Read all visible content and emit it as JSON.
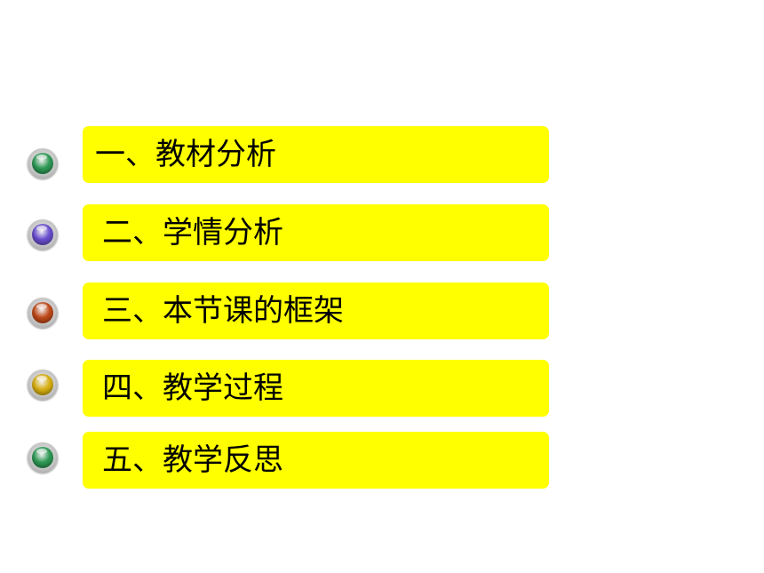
{
  "outline": {
    "items": [
      {
        "label": "一、教材分析",
        "bullet_color": "#2e9a55"
      },
      {
        "label": "二、学情分析",
        "bullet_color": "#6a4fd0"
      },
      {
        "label": "三、本节课的框架",
        "bullet_color": "#c04a1a"
      },
      {
        "label": "四、教学过程",
        "bullet_color": "#d9b012"
      },
      {
        "label": "五、教学反思",
        "bullet_color": "#2e9a55"
      }
    ],
    "highlight_color": "#ffff00"
  }
}
